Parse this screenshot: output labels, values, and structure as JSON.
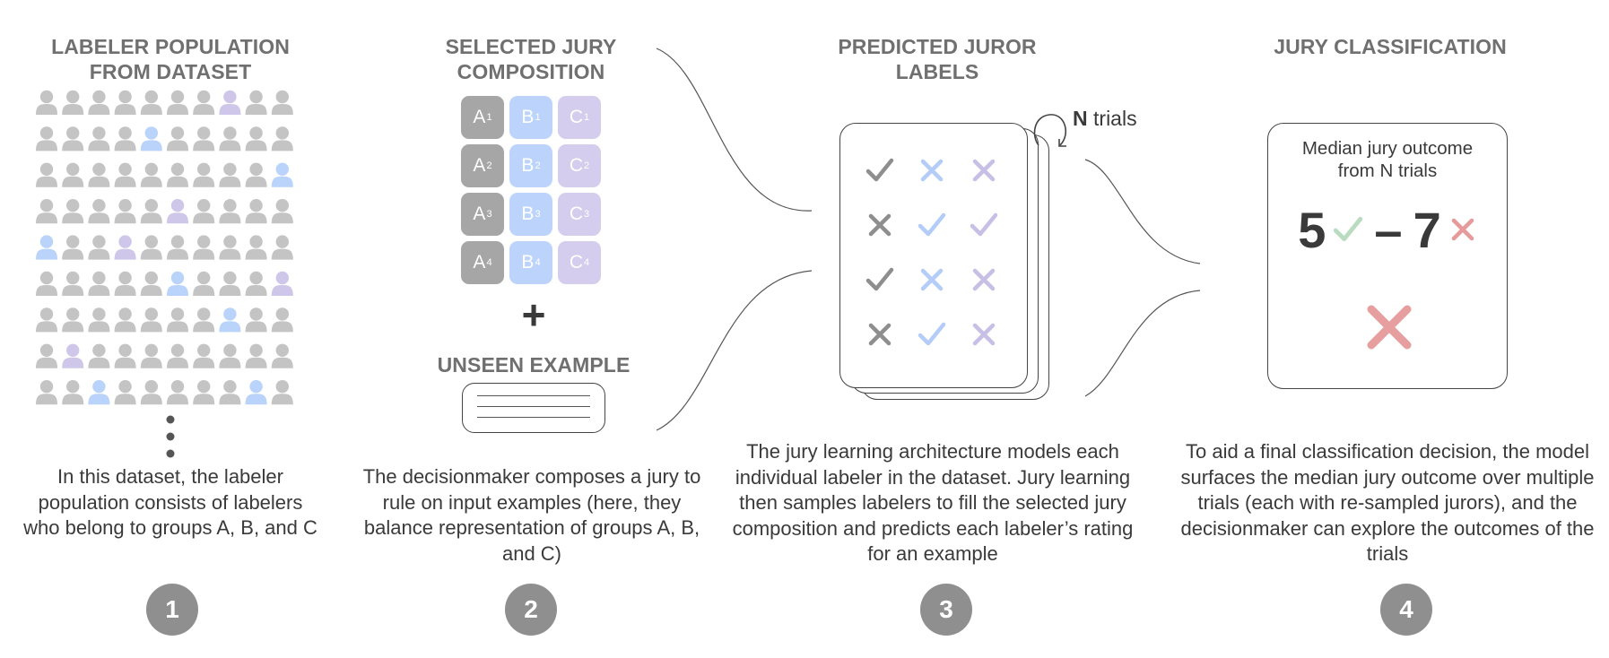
{
  "panel1": {
    "heading": "LABELER POPULATION\nFROM DATASET",
    "description": "In this dataset, the labeler population consists of labelers who belong to groups A, B, and C",
    "number": "1",
    "population": [
      "AAAAAAACAA",
      "AAAABAAAAA",
      "AAAAAAAAAB",
      "AAAAACAAAA",
      "BAACAAAAAA",
      "AAAAABAAAC",
      "AAAAAAABAA",
      "ACAAAAAAAA",
      "AABAAAAABA"
    ]
  },
  "panel2": {
    "heading": "SELECTED JURY\nCOMPOSITION",
    "jury": [
      {
        "group": "A",
        "index": "1"
      },
      {
        "group": "B",
        "index": "1"
      },
      {
        "group": "C",
        "index": "1"
      },
      {
        "group": "A",
        "index": "2"
      },
      {
        "group": "B",
        "index": "2"
      },
      {
        "group": "C",
        "index": "2"
      },
      {
        "group": "A",
        "index": "3"
      },
      {
        "group": "B",
        "index": "3"
      },
      {
        "group": "C",
        "index": "3"
      },
      {
        "group": "A",
        "index": "4"
      },
      {
        "group": "B",
        "index": "4"
      },
      {
        "group": "C",
        "index": "4"
      }
    ],
    "plus": "+",
    "unseen_label": "UNSEEN EXAMPLE",
    "description": "The decisionmaker composes a jury to rule on input examples (here, they balance representation of groups A, B, and C)",
    "number": "2"
  },
  "panel3": {
    "heading": "PREDICTED JUROR\nLABELS",
    "trials_n": "N",
    "trials_word": "trials",
    "labels": [
      [
        "check",
        "cross",
        "cross"
      ],
      [
        "cross",
        "check",
        "check"
      ],
      [
        "check",
        "cross",
        "cross"
      ],
      [
        "cross",
        "check",
        "cross"
      ]
    ],
    "description": "The jury learning architecture models each individual labeler in the dataset. Jury learning then samples labelers to fill the selected jury composition and predicts each labeler’s rating for an example",
    "number": "3"
  },
  "panel4": {
    "heading": "JURY CLASSIFICATION",
    "outcome_caption": "Median jury outcome from N trials",
    "yes_count": "5",
    "dash": "–",
    "no_count": "7",
    "final_decision": "cross",
    "description": "To aid a final classification decision, the model surfaces the median jury outcome over multiple trials (each with re-sampled jurors), and the decisionmaker can explore the outcomes of the trials",
    "number": "4"
  },
  "colors": {
    "A": "#c4c4c4",
    "B": "#b9d3fb",
    "C": "#cfc7ea",
    "tileA": "#a6a6a6",
    "tileB": "#bcd4fb",
    "tileC": "#d4cded",
    "markA": "#8e8e8e",
    "markB": "#b3cdf8",
    "markC": "#c8bfe6",
    "success": "#b9dcc1",
    "failure": "#e69a9a",
    "failureBig": "#e69e9e"
  }
}
